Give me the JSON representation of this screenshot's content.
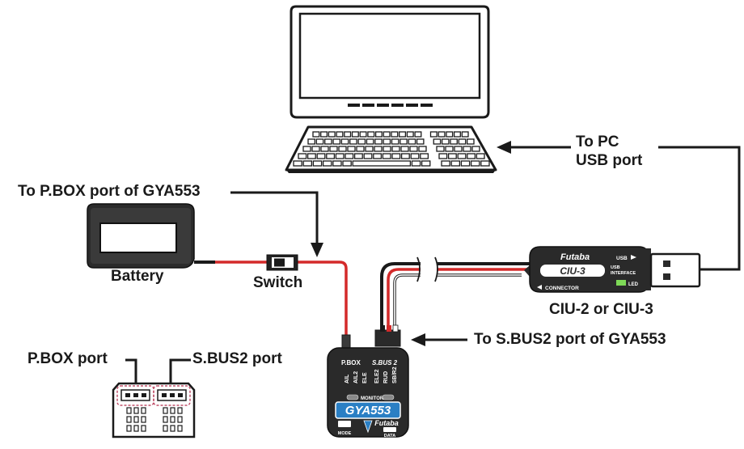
{
  "labels": {
    "to_pc_line1": "To PC",
    "to_pc_line2": "USB port",
    "to_pbox": "To P.BOX port of GYA553",
    "battery": "Battery",
    "switch": "Switch",
    "ciu": "CIU-2 or CIU-3",
    "to_sbus2": "To S.BUS2 port of GYA553",
    "pbox_port": "P.BOX port",
    "sbus2_port": "S.BUS2 port"
  },
  "ciu_device": {
    "brand": "Futaba",
    "model": "CIU-3",
    "usb_label": "USB",
    "interface_line1": "USB",
    "interface_line2": "INTERFACE",
    "connector_label": "CONNECTOR",
    "led_label": "LED"
  },
  "gya_device": {
    "port_pbox": "P.BOX",
    "port_sbus2": "S.BUS 2",
    "channels": [
      "AIL",
      "AIL2",
      "ELE",
      "ELE2",
      "RUD",
      "SB/R2"
    ],
    "monitor_label": "MONITOR",
    "model": "GYA553",
    "brand": "Futaba",
    "mode_label": "MODE",
    "data_label": "DATA"
  },
  "colors": {
    "wire_red": "#d42a2a",
    "wire_black": "#1a1a1a",
    "device_dark": "#2a2a2a",
    "gya_blue": "#2a7fc4",
    "led_green": "#7ed957"
  }
}
